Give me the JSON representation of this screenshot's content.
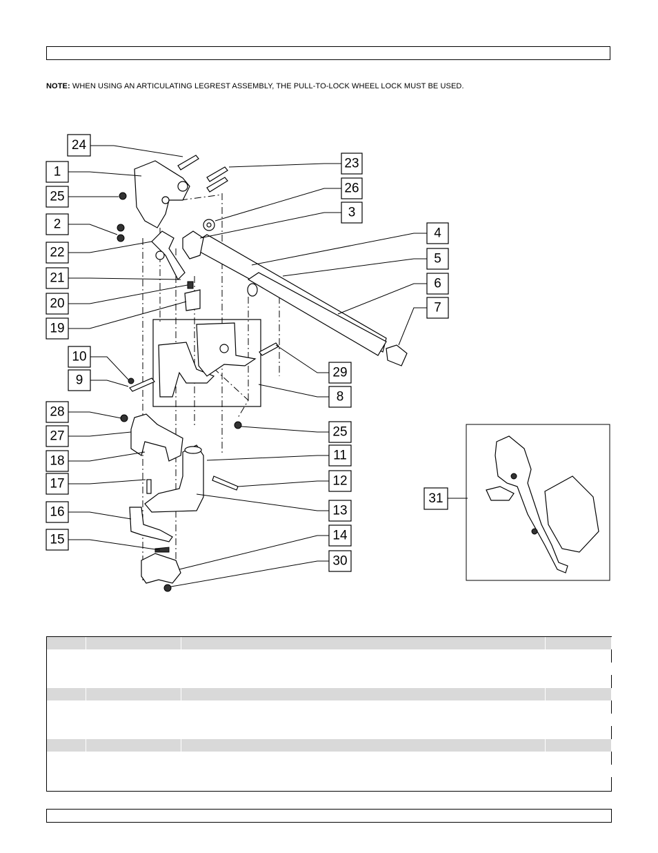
{
  "note": {
    "label": "NOTE:",
    "text": "WHEN USING AN ARTICULATING LEGREST ASSEMBLY, THE PULL-TO-LOCK WHEEL LOCK MUST BE USED."
  },
  "callouts": [
    "24",
    "1",
    "25",
    "2",
    "22",
    "21",
    "20",
    "19",
    "10",
    "9",
    "28",
    "27",
    "18",
    "17",
    "16",
    "15",
    "23",
    "26",
    "3",
    "4",
    "5",
    "6",
    "7",
    "29",
    "8",
    "25",
    "11",
    "12",
    "13",
    "14",
    "30",
    "31"
  ],
  "table": {
    "rows": 11
  }
}
